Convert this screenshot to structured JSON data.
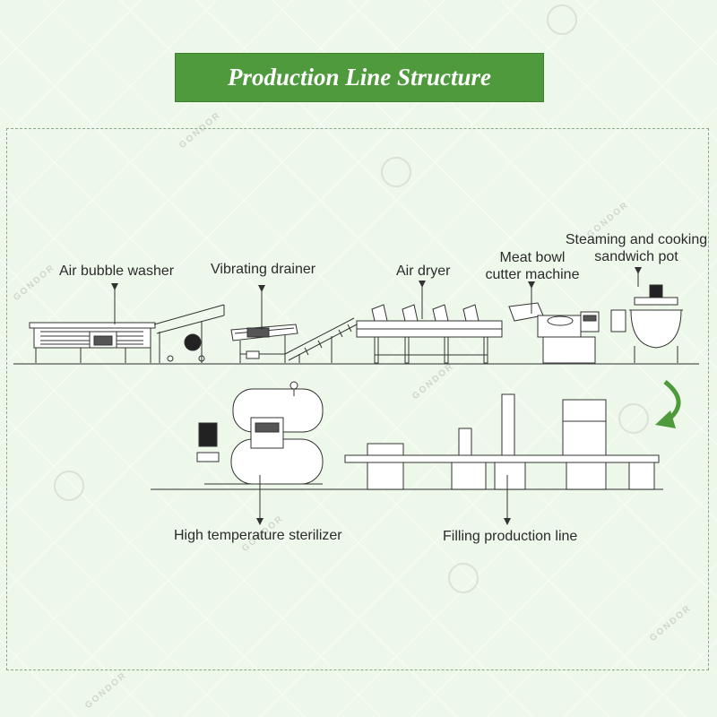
{
  "title": "Production Line Structure",
  "colors": {
    "banner": "#4e9a3c",
    "arrow": "#4e9a3c",
    "line": "#333333"
  },
  "watermark": "GONDOR",
  "machines": {
    "air_bubble_washer": "Air bubble washer",
    "vibrating_drainer": "Vibrating drainer",
    "air_dryer": "Air dryer",
    "meat_bowl_cutter_line1": "Meat bowl",
    "meat_bowl_cutter_line2": "cutter machine",
    "sandwich_pot_line1": "Steaming and cooking",
    "sandwich_pot_line2": "sandwich pot",
    "sterilizer": "High temperature sterilizer",
    "filling_line": "Filling production line"
  },
  "icons": {
    "flow_arrow": "curved-arrow-down-left-icon"
  }
}
